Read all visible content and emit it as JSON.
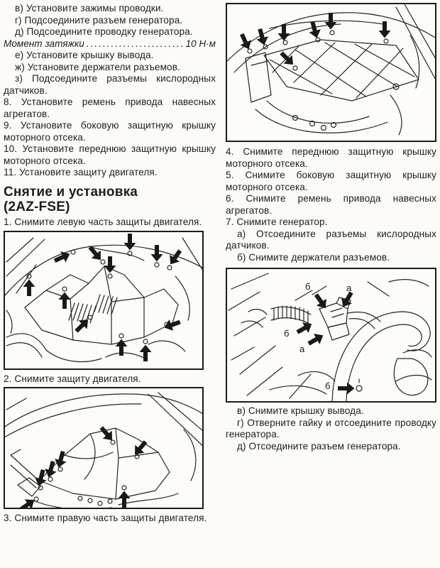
{
  "page": {
    "background": "#fcfbf7",
    "ink": "#1d1d1d"
  },
  "left": {
    "sub_steps_top": [
      "в) Установите зажимы проводки.",
      "г) Подсоедините разъем генератора.",
      "д) Подсоедините проводку генератора."
    ],
    "torque": {
      "label": "Момент затяжки",
      "dots": "............................................",
      "value": "10 Н·м"
    },
    "sub_steps_mid": [
      "е) Установите крышку вывода.",
      "ж) Установите держатели разъемов.",
      "з) Подсоедините разъемы кислородных датчиков."
    ],
    "steps_install": [
      "8. Установите ремень привода навесных агрегатов.",
      "9. Установите боковую защитную крышку моторного отсека.",
      "10. Установите переднюю защитную крышку моторного отсека.",
      "11. Установите защиту двигателя."
    ],
    "heading": {
      "line1": "Снятие и установка",
      "line2": "(2AZ-FSE)"
    },
    "step_remove_1": "1. Снимите левую часть защиты двигателя.",
    "step_remove_2": "2. Снимите защиту двигателя.",
    "step_remove_3": "3. Снимите правую часть защиты двигателя."
  },
  "right": {
    "steps_remove": [
      "4. Снимите переднюю защитную крышку моторного отсека.",
      "5. Снимите боковую защитную крышку моторного отсека.",
      "6. Снимите ремень привода навесных агрегатов.",
      "7. Снимите генератор."
    ],
    "sub_steps_a": [
      "а) Отсоедините разъемы кислородных датчиков.",
      "б) Снимите держатели разъемов."
    ],
    "sub_steps_b": [
      "в) Снимите крышку вывода.",
      "г) Отверните гайку и отсоедините проводку генератора.",
      "д) Отсоедините разъем генератора."
    ]
  },
  "figures": {
    "fig4_labels": [
      "б",
      "а",
      "б",
      "а",
      "б"
    ]
  }
}
